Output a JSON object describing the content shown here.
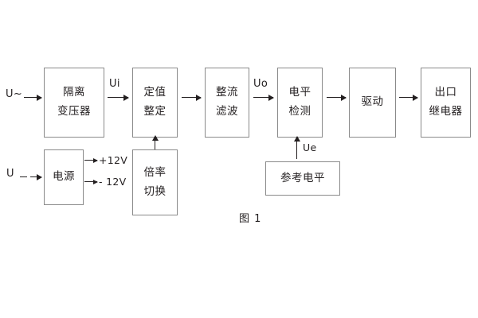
{
  "figure": {
    "caption": "图 1",
    "background_color": "#ffffff",
    "line_color": "#231f20",
    "box_border_color": "#8a8a8a"
  },
  "blocks": [
    {
      "id": "isolation-transformer",
      "lines": [
        "隔离",
        "变压器"
      ]
    },
    {
      "id": "setpoint-setting",
      "lines": [
        "定值",
        "整定"
      ]
    },
    {
      "id": "rectifier-filter",
      "lines": [
        "整流",
        "滤波"
      ]
    },
    {
      "id": "level-detection",
      "lines": [
        "电平",
        "检测"
      ]
    },
    {
      "id": "drive",
      "lines": [
        "驱动"
      ]
    },
    {
      "id": "output-relay",
      "lines": [
        "出口",
        "继电器"
      ]
    },
    {
      "id": "power-supply",
      "lines": [
        "电源"
      ]
    },
    {
      "id": "multiplier-switch",
      "lines": [
        "倍率",
        "切换"
      ]
    },
    {
      "id": "reference-level",
      "lines": [
        "参考电平"
      ]
    }
  ],
  "signals": {
    "ac_input": "U~",
    "dc_input": "U",
    "ui": "Ui",
    "uo": "Uo",
    "ue": "Ue",
    "rail_positive": "+12V",
    "rail_negative": "- 12V"
  }
}
